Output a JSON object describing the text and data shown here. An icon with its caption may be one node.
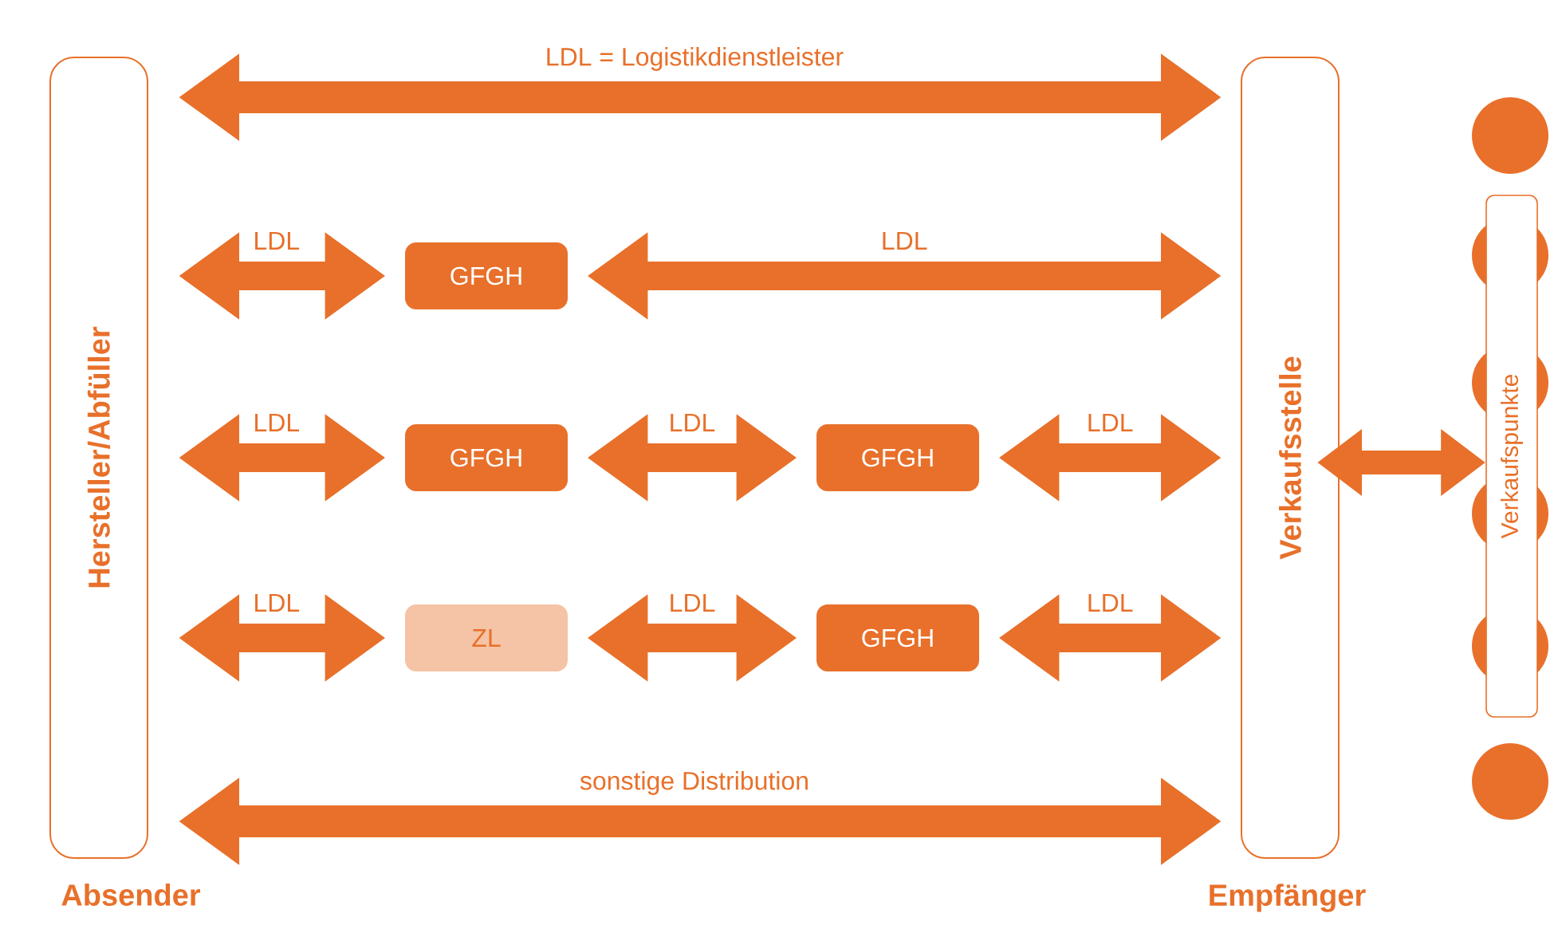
{
  "diagram": {
    "nodes": [
      {
        "text": [
          "Hersteller/Abfüller"
        ],
        "beside": [
          "Absender"
        ]
      },
      {
        "text": [
          "Verkaufsstelle"
        ],
        "beside": [
          "Empfänger"
        ]
      },
      {
        "text": [
          "GFGH"
        ]
      },
      {
        "text": [
          "GFGH"
        ]
      },
      {
        "text": [
          "GFGH"
        ]
      },
      {
        "text": [
          "ZL"
        ]
      },
      {
        "text": [
          "GFGH"
        ]
      },
      {
        "text": [
          "Verkaufspunkte"
        ]
      }
    ],
    "edges": [
      {
        "from": 0,
        "to": 1,
        "arrow": "both",
        "label": "LDL = Logistikdienstleister"
      },
      {
        "from": 0,
        "to": 2,
        "arrow": "both",
        "label": "LDL"
      },
      {
        "from": 2,
        "to": 1,
        "arrow": "both",
        "label": "LDL"
      },
      {
        "from": 0,
        "to": 3,
        "arrow": "both",
        "label": "LDL"
      },
      {
        "from": 3,
        "to": 4,
        "arrow": "both",
        "label": "LDL"
      },
      {
        "from": 4,
        "to": 1,
        "arrow": "both",
        "label": "LDL"
      },
      {
        "from": 0,
        "to": 5,
        "arrow": "both",
        "label": "LDL"
      },
      {
        "from": 5,
        "to": 6,
        "arrow": "both",
        "label": "LDL"
      },
      {
        "from": 6,
        "to": 1,
        "arrow": "both",
        "label": "LDL"
      },
      {
        "from": 0,
        "to": 1,
        "arrow": "both",
        "label": "sonstige Distribution"
      },
      {
        "from": 1,
        "to": 7,
        "arrow": "both"
      }
    ]
  }
}
